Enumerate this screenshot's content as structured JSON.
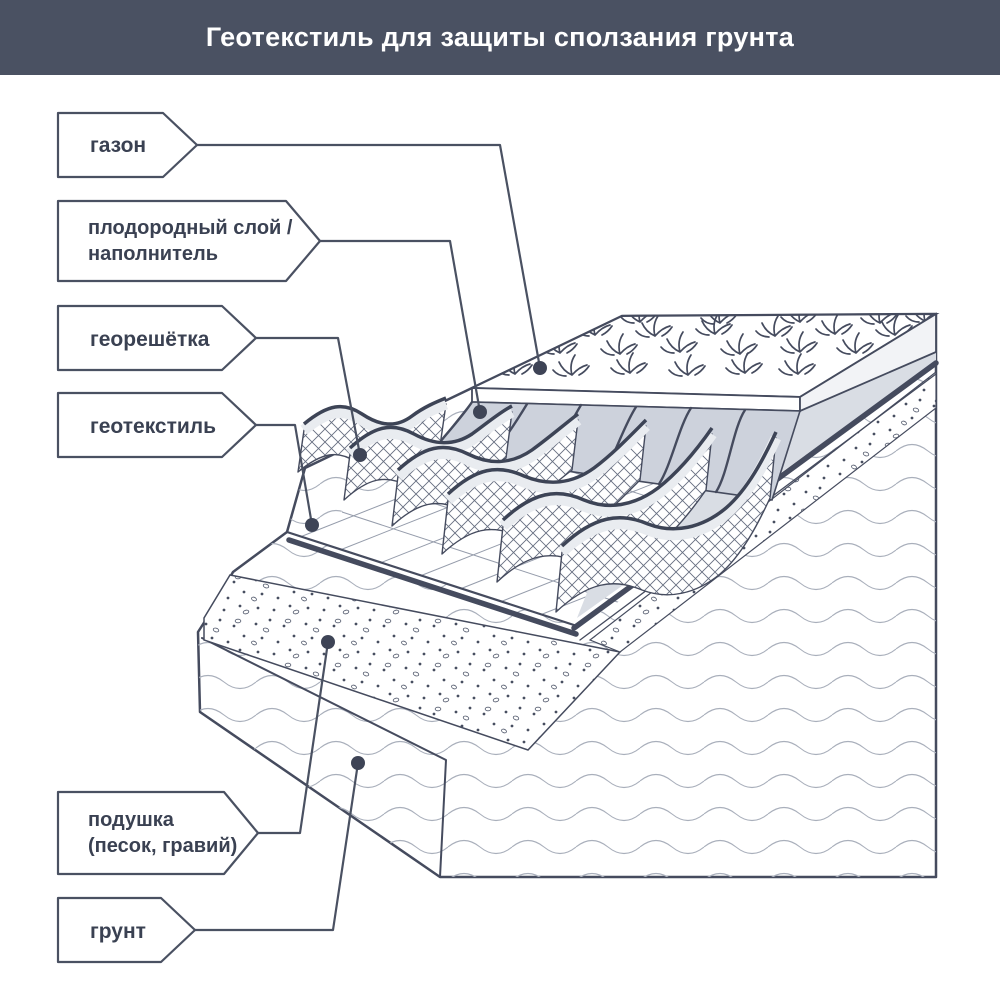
{
  "header": {
    "title": "Геотекстиль для защиты сползания грунта",
    "bg_color": "#4a5162",
    "text_color": "#ffffff"
  },
  "diagram": {
    "labels": [
      {
        "id": "lawn",
        "line1": "газон"
      },
      {
        "id": "fertile-layer",
        "line1": "плодородный слой /",
        "line2": "наполнитель"
      },
      {
        "id": "geogrid",
        "line1": "георешётка"
      },
      {
        "id": "geotextile",
        "line1": "геотекстиль"
      },
      {
        "id": "cushion",
        "line1": "подушка",
        "line2": "(песок, гравий)"
      },
      {
        "id": "ground",
        "line1": "грунт"
      }
    ],
    "layers_depicted": [
      "газон",
      "плодородный слой / наполнитель",
      "георешётка",
      "геотекстиль",
      "подушка (песок, гравий)",
      "грунт"
    ],
    "colors": {
      "outline": "#454b5e",
      "label_text": "#3a4152",
      "fertile_gray": "#d9dde4",
      "cell_gray": "#cdd2dc",
      "texture_line": "#a9afbb"
    }
  }
}
